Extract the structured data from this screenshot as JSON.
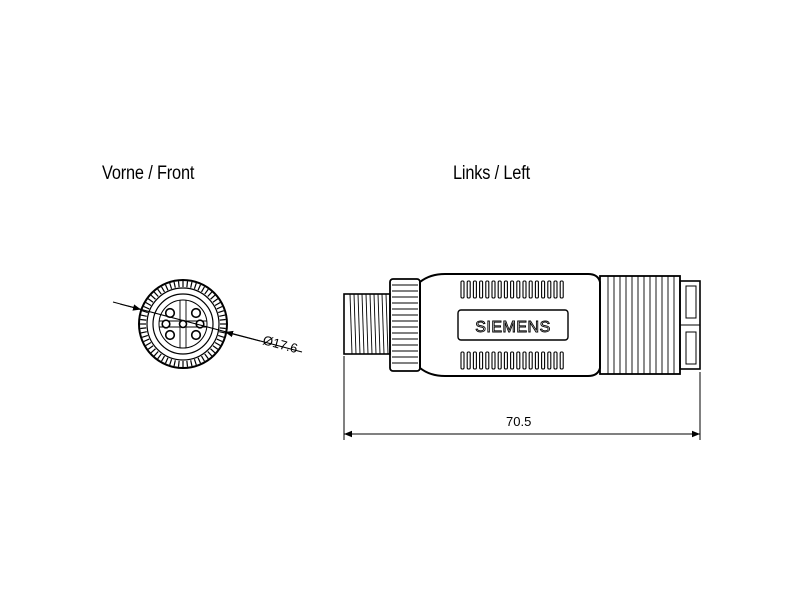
{
  "views": {
    "front_label": "Vorne / Front",
    "left_label": "Links / Left"
  },
  "dimensions": {
    "diameter": "Ø17.6",
    "length": "70.5"
  },
  "logo_text": "SIEMENS"
}
